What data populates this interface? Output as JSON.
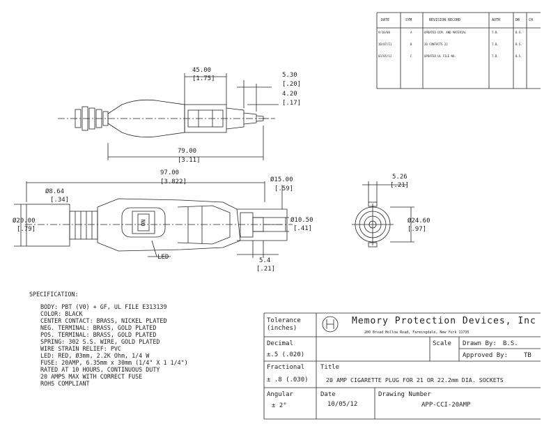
{
  "revision_table": {
    "headers": [
      "DATE",
      "SYM",
      "REVISION RECORD",
      "AUTH",
      "DR",
      "CH"
    ],
    "rows": [
      [
        "9/18/08",
        "A",
        "UPDATED DIM. AND MATERIAL",
        "T.B.",
        "B.S.",
        ""
      ],
      [
        "10/07/11",
        "B",
        "20 CONTACTS 22",
        "T.B.",
        "B.S.",
        ""
      ],
      [
        "03/05/12",
        "C",
        "UPDATED UL FILE NO.",
        "T.B.",
        "B.S.",
        ""
      ]
    ]
  },
  "dimensions": {
    "d_45": "45.00",
    "d_45_in": "[1.75]",
    "d_5_3": "5.30",
    "d_5_3_in": "[.20]",
    "d_4_2": "4.20",
    "d_4_2_in": "[.17]",
    "d_79": "79.00",
    "d_79_in": "[3.11]",
    "d_97": "97.00",
    "d_97_in": "[3.822]",
    "d_8_64": "Ø8.64",
    "d_8_64_in": "[.34]",
    "d_20": "Ø20.00",
    "d_20_in": "[.79]",
    "d_15": "Ø15.00",
    "d_15_in": "[.59]",
    "d_10_5": "Ø10.50",
    "d_10_5_in": "[.41]",
    "d_5_4": "5.4",
    "d_5_4_in": "[.21]",
    "d_5_26": "5.26",
    "d_5_26_in": "[.21]",
    "d_24_6": "Ø24.60",
    "d_24_6_in": "[.97]",
    "led": "LED",
    "label_on": "ON"
  },
  "specification": {
    "title": "SPECIFICATION:",
    "lines": [
      "BODY: PBT (V0) + GF, UL FILE E313139",
      "COLOR: BLACK",
      "CENTER CONTACT: BRASS, NICKEL PLATED",
      "NEG. TERMINAL: BRASS, GOLD PLATED",
      "POS. TERMINAL: BRASS, GOLD PLATED",
      "SPRING: 302 S.S. WIRE, GOLD PLATED",
      "WIRE STRAIN RELIEF: PVC",
      "LED: RED, Ø3mm, 2.2K Ohm, 1/4 W",
      "FUSE: 20AMP, 6.35mm x 30mm (1/4\" X 1 1/4\")",
      "RATED AT 10 HOURS, CONTINUOUS DUTY",
      "20 AMPS MAX WITH CORRECT FUSE",
      "ROHS COMPLIANT"
    ]
  },
  "title_block": {
    "tolerance_label": "Tolerance",
    "tolerance_unit": "(inches)",
    "company": "Memory Protection Devices, Inc",
    "address": "200 Broad Hollow Road, Farmingdale, New York 11735",
    "decimal_label": "Decimal",
    "decimal_value": "±.5 (.020)",
    "scale_label": "Scale",
    "drawn_by_label": "Drawn By:",
    "drawn_by_value": "B.S.",
    "approved_by_label": "Approved By:",
    "approved_by_value": "TB",
    "fractional_label": "Fractional",
    "fractional_value": "± .8 (.030)",
    "title_label": "Title",
    "title_value": "20 AMP CIGARETTE PLUG FOR 21 OR 22.2mm DIA. SOCKETS",
    "angular_label": "Angular",
    "angular_value": "± 2°",
    "date_label": "Date",
    "date_value": "10/05/12",
    "drawing_number_label": "Drawing Number",
    "drawing_number_value": "APP-CCI-20AMP"
  }
}
